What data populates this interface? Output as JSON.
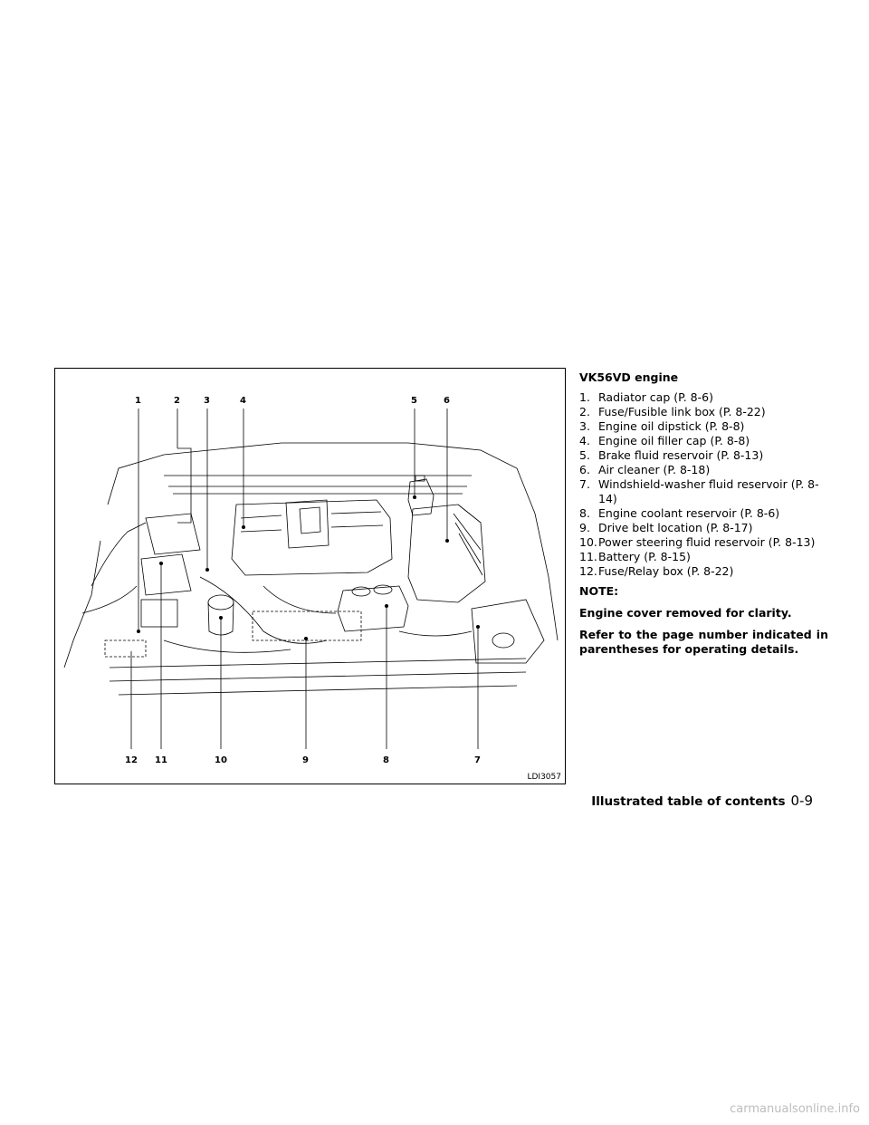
{
  "figure": {
    "code": "LDI3057",
    "top_callouts": [
      "1",
      "2",
      "3",
      "4",
      "5",
      "6"
    ],
    "bottom_callouts": [
      "12",
      "11",
      "10",
      "9",
      "8",
      "7"
    ]
  },
  "section": {
    "heading": "VK56VD engine",
    "items": [
      {
        "num": "1.",
        "text": "Radiator cap (P. 8-6)"
      },
      {
        "num": "2.",
        "text": "Fuse/Fusible link box (P. 8-22)"
      },
      {
        "num": "3.",
        "text": "Engine oil dipstick (P. 8-8)"
      },
      {
        "num": "4.",
        "text": "Engine oil filler cap (P. 8-8)"
      },
      {
        "num": "5.",
        "text": "Brake fluid reservoir (P. 8-13)"
      },
      {
        "num": "6.",
        "text": "Air cleaner (P. 8-18)"
      },
      {
        "num": "7.",
        "text": "Windshield-washer fluid reservoir (P. 8-14)"
      },
      {
        "num": "8.",
        "text": "Engine coolant reservoir (P. 8-6)"
      },
      {
        "num": "9.",
        "text": "Drive belt location (P. 8-17)"
      },
      {
        "num": "10.",
        "text": "Power steering fluid reservoir (P. 8-13)"
      },
      {
        "num": "11.",
        "text": "Battery (P. 8-15)"
      },
      {
        "num": "12.",
        "text": "Fuse/Relay box (P. 8-22)"
      }
    ],
    "note_label": "NOTE:",
    "note_text": "Engine cover removed for clarity.",
    "refer_text": "Refer to the page number indicated in parentheses for operating details."
  },
  "footer": {
    "section_title": "Illustrated table of contents",
    "page_number": "0-9"
  },
  "watermark": "carmanualsonline.info"
}
